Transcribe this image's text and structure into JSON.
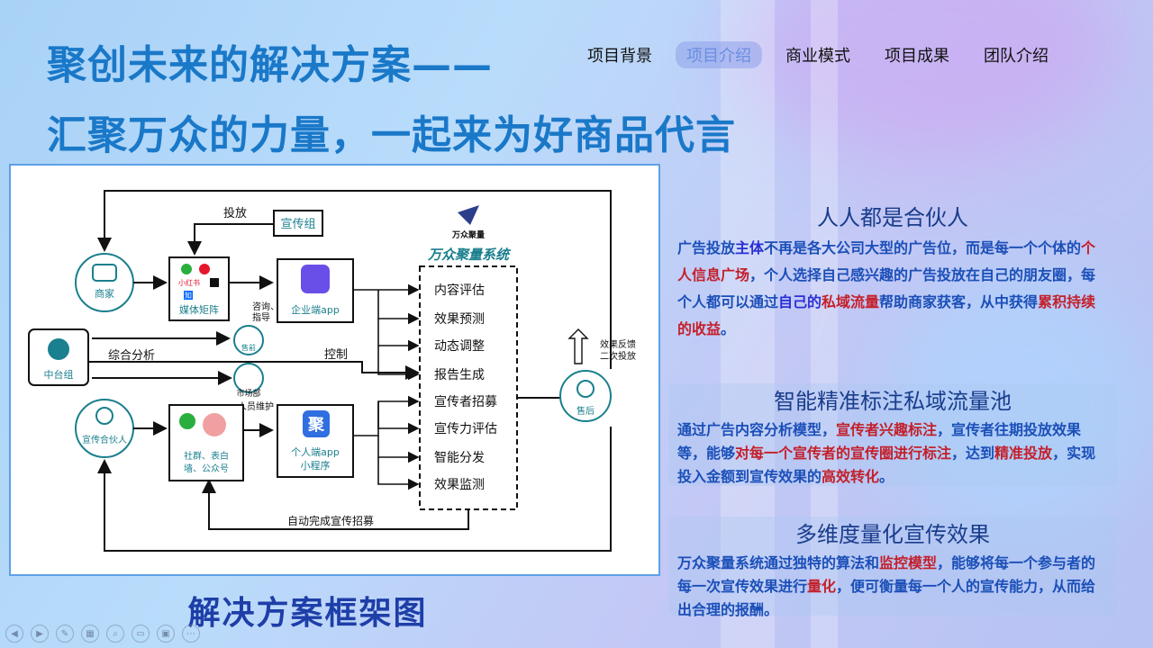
{
  "title": {
    "line1": "聚创未来的解决方案——",
    "line2": "汇聚万众的力量，一起来为好商品代言"
  },
  "nav": {
    "items": [
      {
        "label": "项目背景"
      },
      {
        "label": "项目介绍"
      },
      {
        "label": "商业模式"
      },
      {
        "label": "项目成果"
      },
      {
        "label": "团队介绍"
      }
    ],
    "active_index": 1
  },
  "diagram": {
    "brand_caption": "万众聚量",
    "system_title": "万众聚量系统",
    "nodes": {
      "merchant": "商家",
      "media": "媒体矩阵",
      "media_apps": [
        "小红书",
        "知"
      ],
      "promo_group": "宣传组",
      "enterprise_app": "企业端app",
      "central": "中台组",
      "presales": "售前",
      "market": "市场部",
      "partner": "宣传合伙人",
      "community": [
        "社群、表白",
        "墙、公众号"
      ],
      "personal_app": [
        "个人端app",
        "小程序"
      ],
      "aftersales": "售后",
      "personal_logo": "聚"
    },
    "labels": {
      "deliver": "投放",
      "consult": [
        "咨询、",
        "指导"
      ],
      "analysis": "综合分析",
      "control": "控制",
      "maintain": "人员维护",
      "feedback": [
        "效果反馈",
        "二次投放"
      ],
      "auto_recruit": "自动完成宣传招募"
    },
    "functions": [
      "内容评估",
      "效果预测",
      "动态调整",
      "报告生成",
      "宣传者招募",
      "宣传力评估",
      "智能分发",
      "效果监测"
    ]
  },
  "caption": "解决方案框架图",
  "panels": [
    {
      "heading": "人人都是合伙人",
      "segments": [
        {
          "t": "广告投放",
          "c": ""
        },
        {
          "t": "主体",
          "c": "blue"
        },
        {
          "t": "不再是各大公司大型的广告位，而是每一个个体的",
          "c": ""
        },
        {
          "t": "个人信息广场",
          "c": "red"
        },
        {
          "t": "，个人选择自己感兴趣的广告投放在自己的朋友圈，每个人都可以通过",
          "c": ""
        },
        {
          "t": "自己的",
          "c": "blue"
        },
        {
          "t": "私域流量",
          "c": "red"
        },
        {
          "t": "帮助商家获客，从中获得",
          "c": ""
        },
        {
          "t": "累积持续的收益",
          "c": "red"
        },
        {
          "t": "。",
          "c": ""
        }
      ]
    },
    {
      "heading": "智能精准标注私域流量池",
      "segments": [
        {
          "t": "通过广告内容分析模型，",
          "c": ""
        },
        {
          "t": "宣传者兴趣标注",
          "c": "red"
        },
        {
          "t": "，宣传者往期投放效果等，能够",
          "c": ""
        },
        {
          "t": "对每一个宣传者的宣传圈进行标注",
          "c": "red"
        },
        {
          "t": "，达到",
          "c": ""
        },
        {
          "t": "精准投放",
          "c": "red"
        },
        {
          "t": "，实现投入金额到宣传效果的",
          "c": ""
        },
        {
          "t": "高效转化",
          "c": "red"
        },
        {
          "t": "。",
          "c": ""
        }
      ]
    },
    {
      "heading": "多维度量化宣传效果",
      "segments": [
        {
          "t": "万众聚量系统通过独特的算法和",
          "c": ""
        },
        {
          "t": "监控模型",
          "c": "red"
        },
        {
          "t": "，能够将每一个参与者的每一次宣传效果进行",
          "c": ""
        },
        {
          "t": "量化",
          "c": "red"
        },
        {
          "t": "，便可衡量每一个人的宣传能力，从而给出合理的报酬。",
          "c": ""
        }
      ]
    }
  ],
  "toolbar": {
    "buttons": [
      {
        "icon": "prev-icon",
        "glyph": "◀"
      },
      {
        "icon": "next-icon",
        "glyph": "▶"
      },
      {
        "icon": "pen-icon",
        "glyph": "✎"
      },
      {
        "icon": "slides-icon",
        "glyph": "▦"
      },
      {
        "icon": "zoom-icon",
        "glyph": "⌕"
      },
      {
        "icon": "subtitle-icon",
        "glyph": "▭"
      },
      {
        "icon": "screen-icon",
        "glyph": "▣"
      },
      {
        "icon": "more-icon",
        "glyph": "⋯"
      }
    ]
  },
  "colors": {
    "title": "#1a78c8",
    "accent_red": "#c41f2a",
    "accent_blue": "#2a2fd4",
    "body_blue": "#1b4fb8",
    "diagram_teal": "#1a7f8e"
  }
}
